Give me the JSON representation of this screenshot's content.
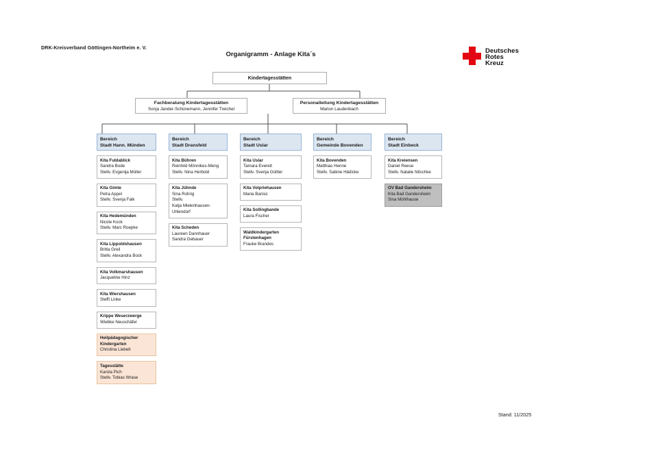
{
  "page": {
    "org_label": "DRK-Kreisverband Göttingen-Northeim e. V.",
    "title": "Organigramm - Anlage Kita´s",
    "stand": "Stand: 11/2025"
  },
  "logo": {
    "lines": [
      "Deutsches",
      "Rotes",
      "Kreuz"
    ],
    "cross_color": "#e30613"
  },
  "tree": {
    "root": {
      "title": "Kindertagesstätten"
    },
    "level2": [
      {
        "title": "Fachberatung Kindertagesstätten",
        "names": "Sonja Jander-Schünemann, Jennifer Treichel"
      },
      {
        "title": "Personalleitung Kindertagesstätten",
        "names": "Marion Laudenbach"
      }
    ]
  },
  "columns": [
    {
      "bereich": {
        "line1": "Bereich",
        "line2": "Stadt Hann. Münden"
      },
      "boxes": [
        {
          "title": "Kita Fuldablick",
          "lines": [
            "Sandra Bode",
            "Stellv. Evgenija Müller"
          ],
          "style": "default"
        },
        {
          "title": "Kita Gimte",
          "lines": [
            "Petra Appel",
            "Stellv. Svenja Falk"
          ],
          "style": "default"
        },
        {
          "title": "Kita Hedemünden",
          "lines": [
            "Nicole Kock",
            "Stellv. Marc Roepke"
          ],
          "style": "default"
        },
        {
          "title": "Kita Lippoldshausen",
          "lines": [
            "Britta Greil",
            "Stellv. Alexandra Bock"
          ],
          "style": "default"
        },
        {
          "title": "Kita Volkmarshausen",
          "lines": [
            "Jacqueline Hinz"
          ],
          "style": "default"
        },
        {
          "title": "Kita Wiershausen",
          "lines": [
            "Steffi Linke"
          ],
          "style": "default"
        },
        {
          "title": "Krippe Weserzwerge",
          "lines": [
            "Wiebke Neuschäfer"
          ],
          "style": "default"
        },
        {
          "title": "Heilpädagogischer Kindergarten",
          "lines": [
            "Christina Liebelt"
          ],
          "style": "peach"
        },
        {
          "title": "Tagesstätte",
          "lines": [
            "Karola Pich",
            "Stellv. Tobias Wrase"
          ],
          "style": "peach"
        }
      ]
    },
    {
      "bereich": {
        "line1": "Bereich",
        "line2": "Stadt Dransfeld"
      },
      "boxes": [
        {
          "title": "Kita Bühren",
          "lines": [
            "Reinhild Mönnikes-Meng",
            "Stellv. Nina Herbold"
          ],
          "style": "default"
        },
        {
          "title": "Kita Jühnde",
          "lines": [
            "Sina Rohrig",
            "Stellv.",
            "Katja Mielenhausen-Uhlendorf"
          ],
          "style": "default"
        },
        {
          "title": "Kita Scheden",
          "lines": [
            "Laureen Dannhauer",
            "Sandra Gebauer"
          ],
          "style": "default"
        }
      ]
    },
    {
      "bereich": {
        "line1": "Bereich",
        "line2": "Stadt Uslar"
      },
      "boxes": [
        {
          "title": "Kita Uslar",
          "lines": [
            "Tamara Everett",
            "Stellv. Svenja Güttler"
          ],
          "style": "default"
        },
        {
          "title": "Kita Volpriehausen",
          "lines": [
            "Maria Barisic"
          ],
          "style": "default"
        },
        {
          "title": "Kita Sollingbande",
          "lines": [
            "Laura Fischer"
          ],
          "style": "default"
        },
        {
          "title": "Waldkindergarten Fürstenhagen",
          "lines": [
            "Frauke Brandes"
          ],
          "style": "default"
        }
      ]
    },
    {
      "bereich": {
        "line1": "Bereich",
        "line2": "Gemeinde Bovenden"
      },
      "boxes": [
        {
          "title": "Kita Bovenden",
          "lines": [
            "Matthias Henne",
            "Stellv. Sabine Hädicke"
          ],
          "style": "default"
        }
      ]
    },
    {
      "bereich": {
        "line1": "Bereich",
        "line2": "Stadt Einbeck"
      },
      "boxes": [
        {
          "title": "Kita Kreiensen",
          "lines": [
            "Daniel Reese",
            "Stellv. Natalie Nitschke"
          ],
          "style": "default"
        },
        {
          "title": "OV Bad Gandersheim",
          "lines": [
            "Kita Bad Gandersheim",
            "Sina Mühlhause"
          ],
          "style": "gray"
        }
      ]
    }
  ],
  "colors": {
    "bereich_fill": "#dce6f1",
    "bereich_border": "#95b3d7",
    "box_border": "#b3b3b3",
    "peach_fill": "#fbe5d6",
    "peach_border": "#e9c3a0",
    "gray_fill": "#bfbfbf",
    "gray_border": "#9b9b9b",
    "connector_line": "#4d4d4d",
    "logo_red": "#e30613"
  }
}
